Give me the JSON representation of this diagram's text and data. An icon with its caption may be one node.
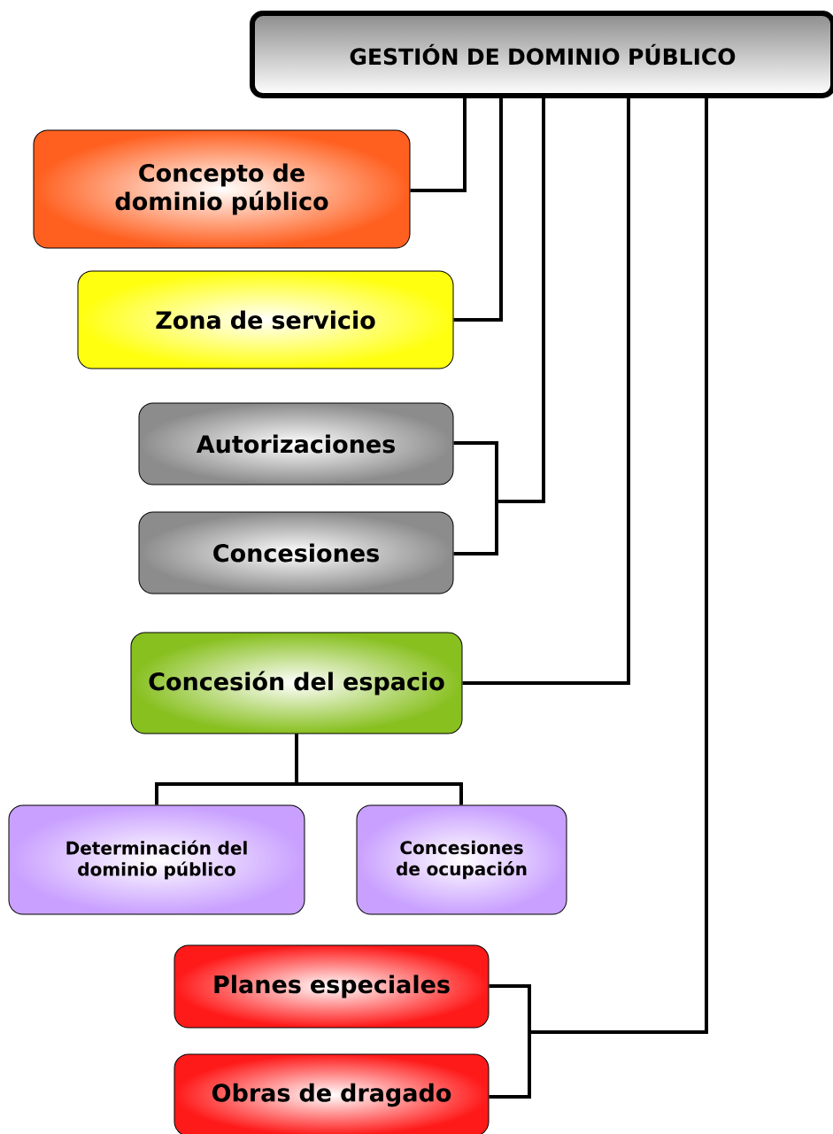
{
  "diagram": {
    "nodes": [
      {
        "text": [
          "GESTIÓN DE DOMINIO PÚBLICO"
        ]
      },
      {
        "text": [
          "Concepto de dominio público"
        ]
      },
      {
        "text": [
          "Zona de servicio"
        ]
      },
      {
        "text": [
          "Autorizaciones"
        ]
      },
      {
        "text": [
          "Concesiones"
        ]
      },
      {
        "text": [
          "Concesión del espacio"
        ]
      },
      {
        "text": [
          "Determinación del dominio público"
        ]
      },
      {
        "text": [
          "Concesiones de ocupación"
        ]
      },
      {
        "text": [
          "Planes especiales"
        ]
      },
      {
        "text": [
          "Obras de dragado"
        ]
      }
    ],
    "edges": [
      {
        "from": 0,
        "to": 1,
        "arrow": "none"
      },
      {
        "from": 0,
        "to": 2,
        "arrow": "none"
      },
      {
        "from": 0,
        "to": 3,
        "arrow": "none"
      },
      {
        "from": 0,
        "to": 4,
        "arrow": "none"
      },
      {
        "from": 0,
        "to": 5,
        "arrow": "none"
      },
      {
        "from": 5,
        "to": 6,
        "arrow": "none"
      },
      {
        "from": 5,
        "to": 7,
        "arrow": "none"
      },
      {
        "from": 0,
        "to": 8,
        "arrow": "none"
      },
      {
        "from": 0,
        "to": 9,
        "arrow": "none"
      }
    ]
  }
}
